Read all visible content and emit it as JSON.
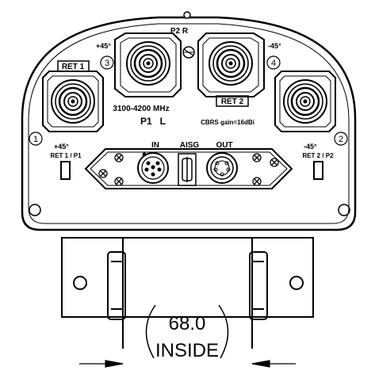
{
  "labels": {
    "p2_r": "P2  R",
    "plus45_top": "+45°",
    "minus45_top": "-45°",
    "ret1": "RET 1",
    "ret2": "RET 2",
    "num1": "1",
    "num2": "2",
    "num3": "3",
    "num4": "4",
    "freq": "3100-4200 MHz",
    "p1_l": "P1   L",
    "cbrs": "CBRS gain=16dBi",
    "plus45_bottom": "+45°",
    "minus45_bottom": "-45°",
    "in": "IN",
    "aisg": "AISG",
    "out": "OUT",
    "ret1_p1": "RET 1 / P1",
    "ret2_p2": "RET 2 / P2"
  },
  "dimension": {
    "value": "68.0",
    "note": "INSIDE"
  },
  "colors": {
    "line": "#000000",
    "background": "#ffffff"
  }
}
